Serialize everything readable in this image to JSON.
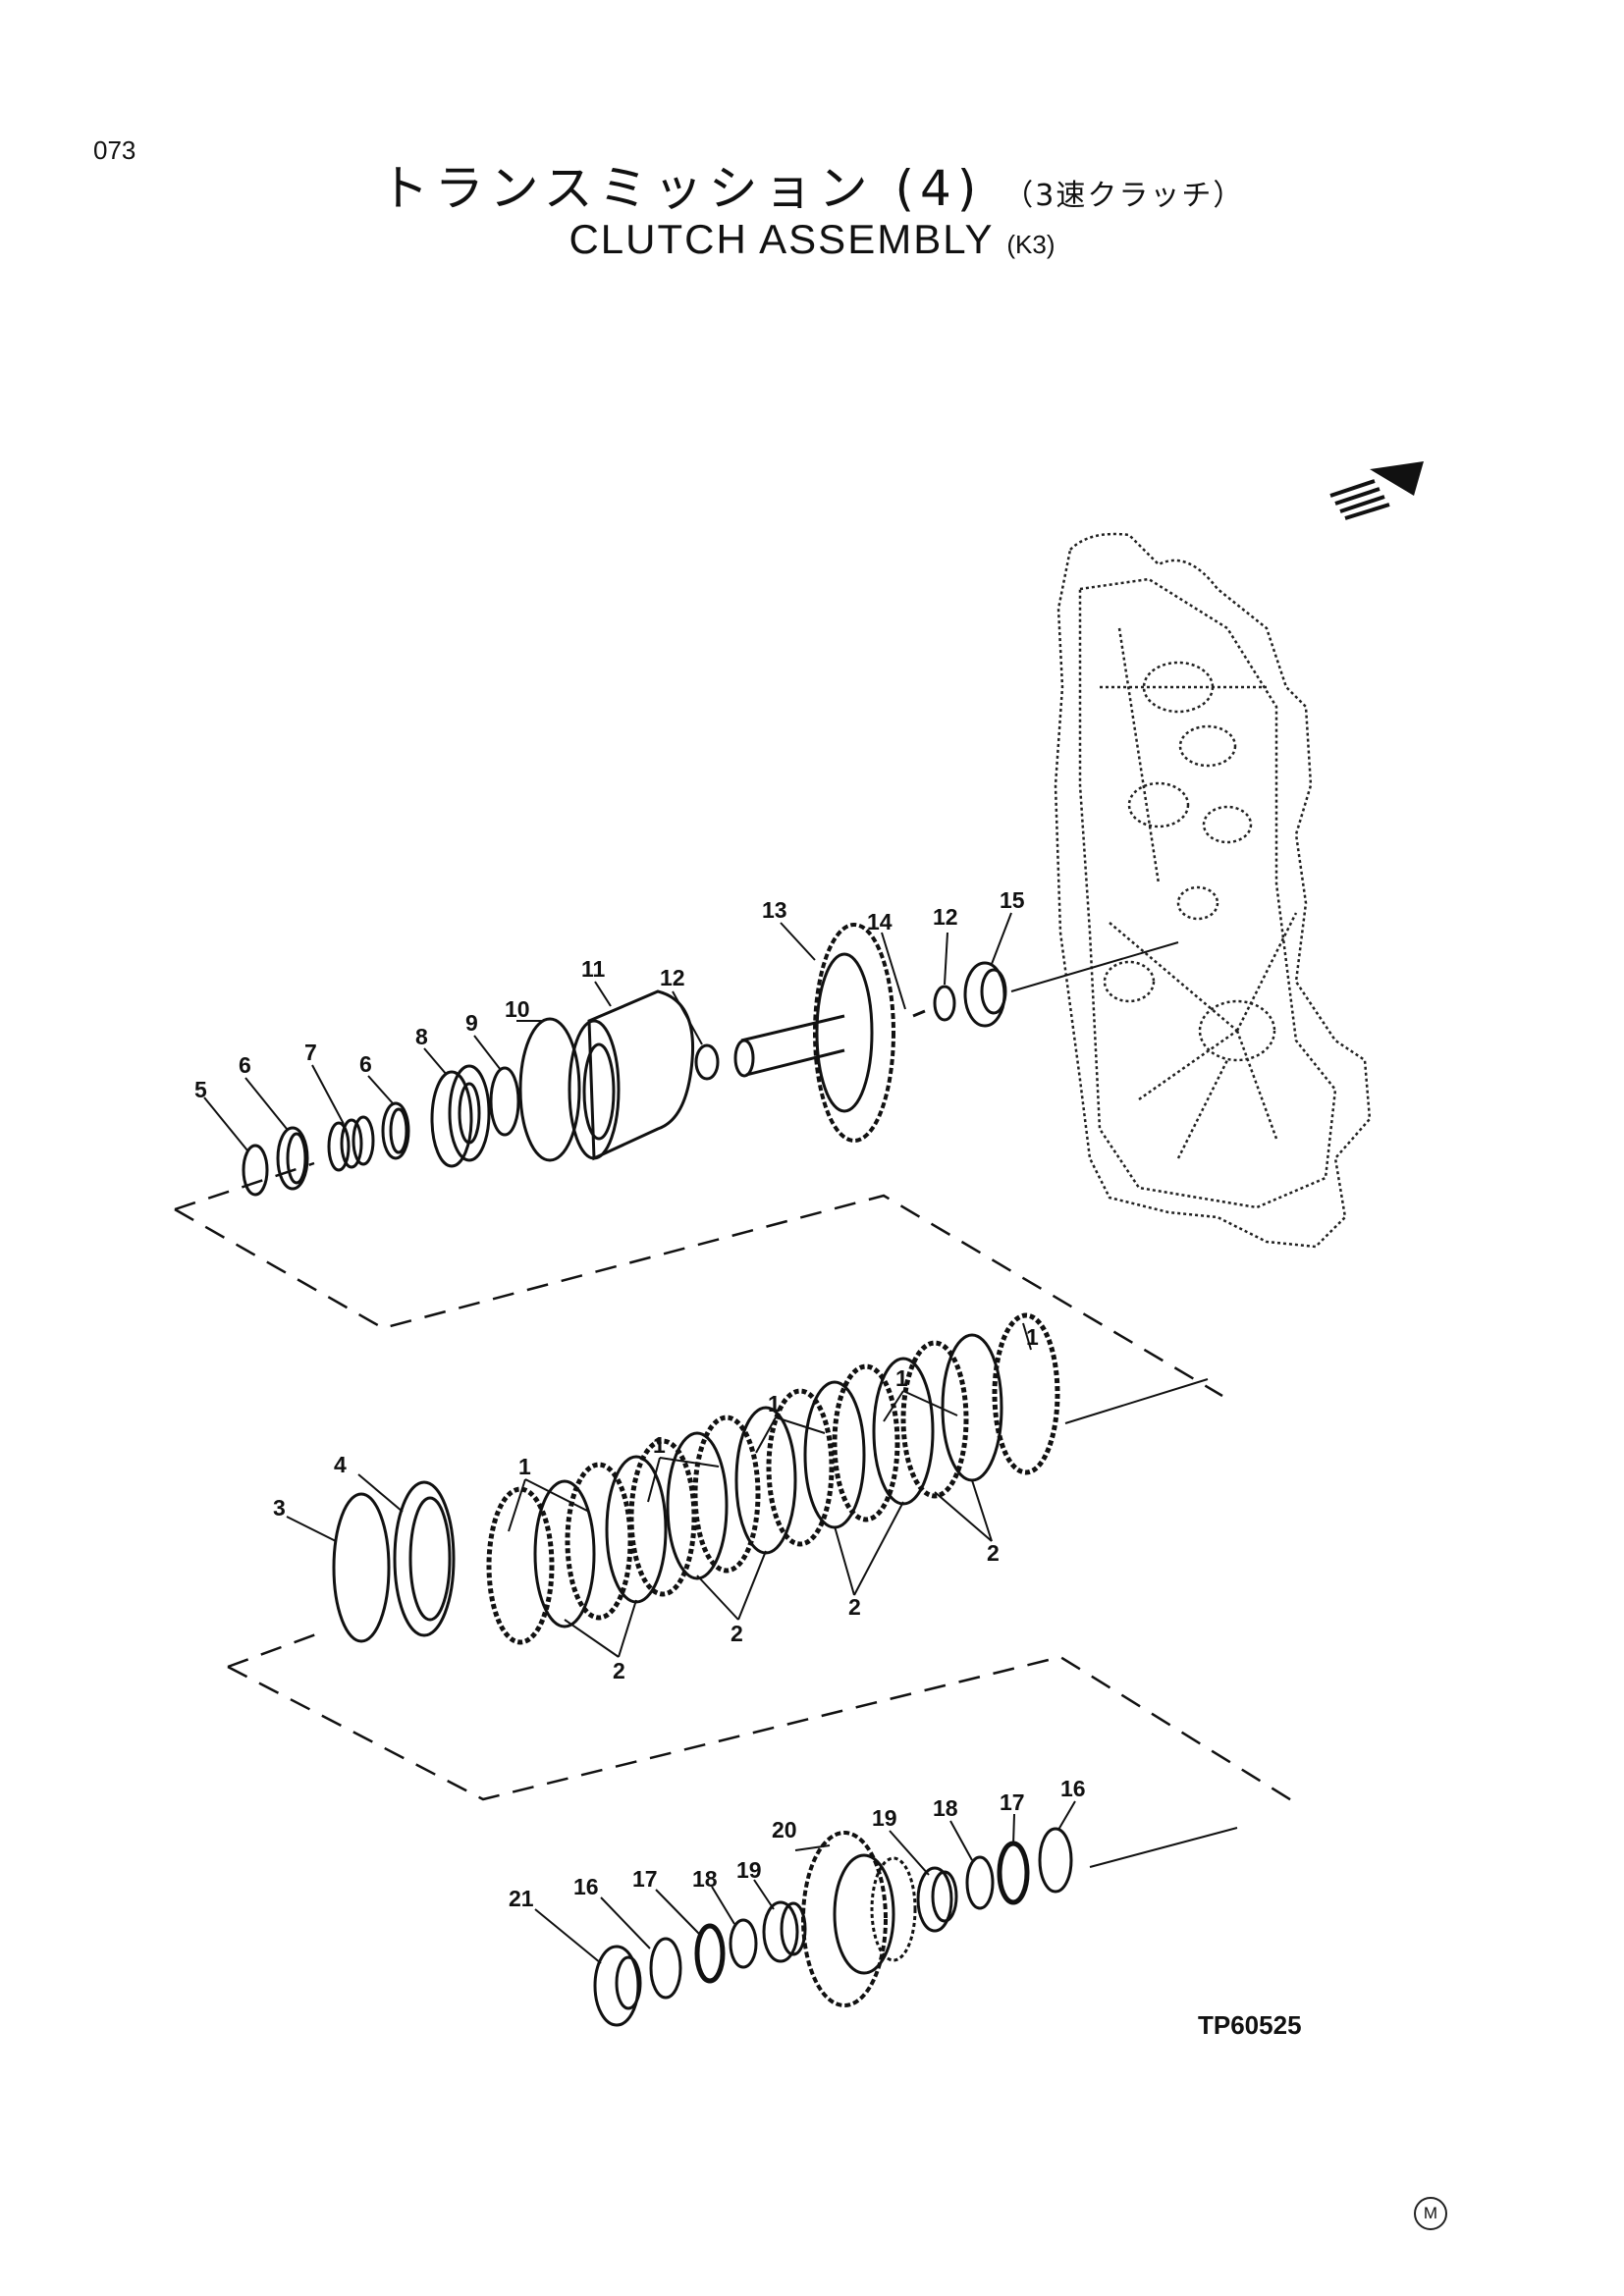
{
  "header": {
    "page_number": "073",
    "title_jp_main": "トランスミッション (4)",
    "title_jp_sub": "（3速クラッチ）",
    "title_en_main": "CLUTCH  ASSEMBLY",
    "title_en_sub": "(K3)"
  },
  "diagram": {
    "figure_code": "TP60525",
    "mark": "M",
    "callouts": {
      "c5": "5",
      "c6a": "6",
      "c7": "7",
      "c6b": "6",
      "c8": "8",
      "c9": "9",
      "c10": "10",
      "c11": "11",
      "c12a": "12",
      "c13": "13",
      "c14": "14",
      "c12b": "12",
      "c15": "15",
      "c1a": "1",
      "c1b": "1",
      "c1c": "1",
      "c1d": "1",
      "c1e": "1",
      "c2a": "2",
      "c2b": "2",
      "c2c": "2",
      "c2d": "2",
      "c3": "3",
      "c4": "4",
      "c21": "21",
      "c16a": "16",
      "c17a": "17",
      "c18a": "18",
      "c19a": "19",
      "c20": "20",
      "c19b": "19",
      "c18b": "18",
      "c17b": "17",
      "c16b": "16"
    }
  }
}
